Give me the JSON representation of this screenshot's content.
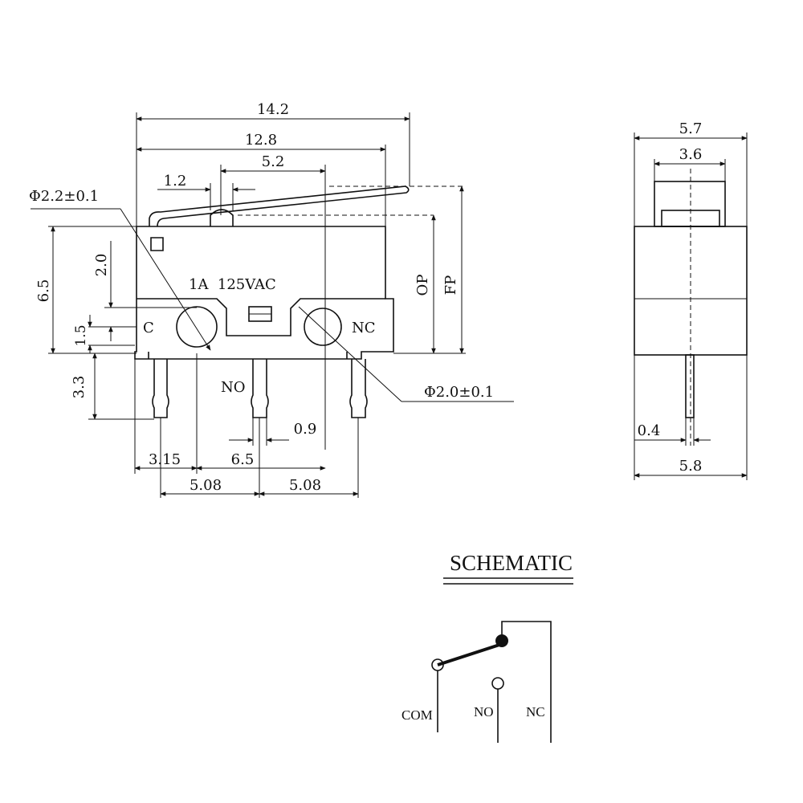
{
  "front_view": {
    "dims": {
      "overall_length": "14.2",
      "body_length": "12.8",
      "actuator_offset": "5.2",
      "lever_tip": "1.2",
      "height": "6.5",
      "hole_height": "2.0",
      "pin_offset": "1.5",
      "pin_length": "3.3",
      "pin_width": "0.9",
      "first_pin": "3.15",
      "middle_span": "6.5",
      "pitch_left": "5.08",
      "pitch_right": "5.08",
      "op": "OP",
      "fp": "FP"
    },
    "hole_left_callout": "Φ2.2±0.1",
    "hole_right_callout": "Φ2.0±0.1",
    "rating": "1A  125VAC",
    "label_c": "C",
    "label_nc": "NC",
    "label_no": "NO"
  },
  "side_view": {
    "dims": {
      "width_top": "5.7",
      "actuator_width": "3.6",
      "pin_thickness": "0.4",
      "width_bottom": "5.8"
    }
  },
  "schematic": {
    "title": "SCHEMATIC",
    "com_label": "COM",
    "no_label": "NO",
    "nc_label": "NC"
  }
}
